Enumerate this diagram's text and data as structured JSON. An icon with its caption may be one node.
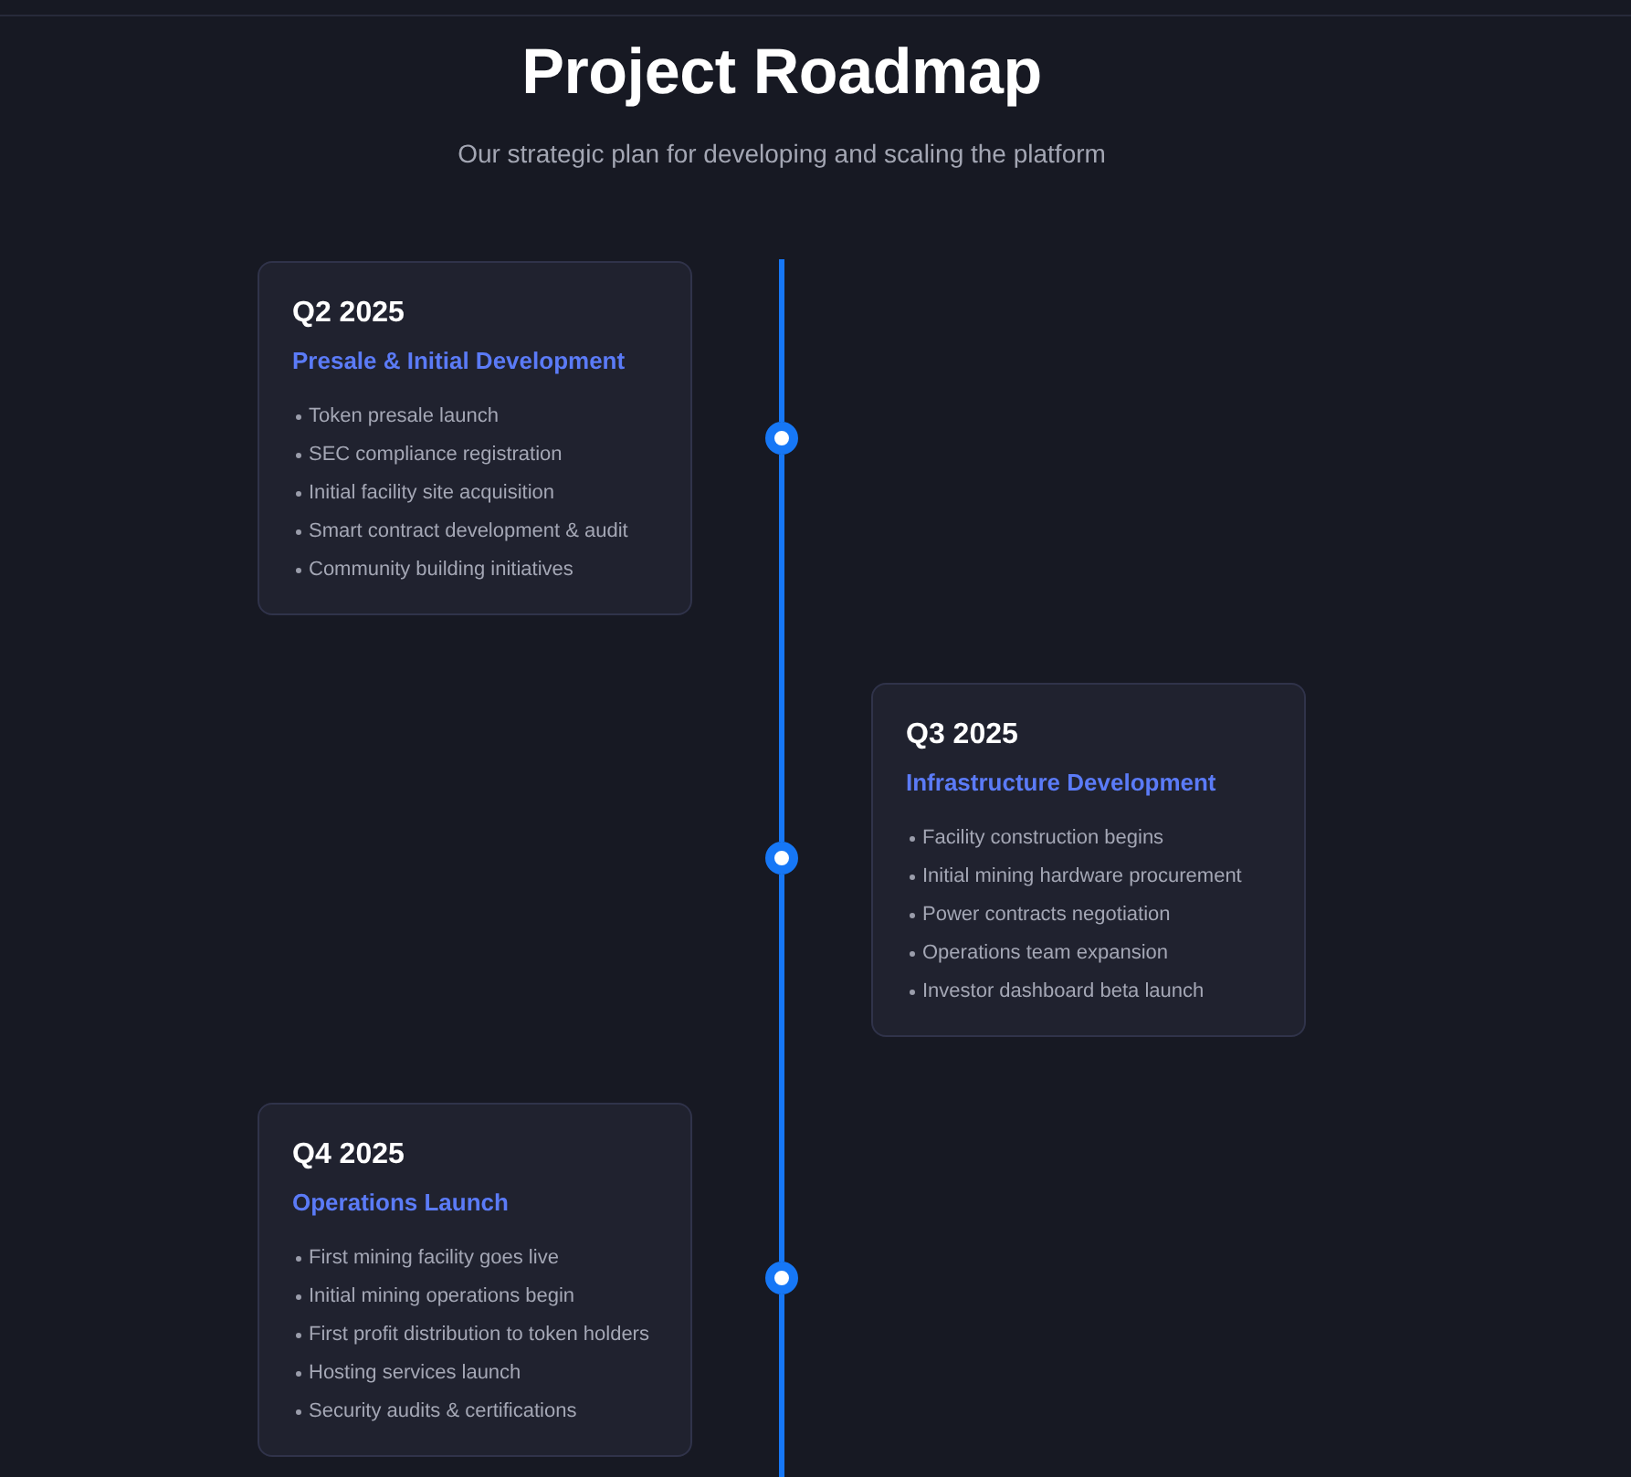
{
  "diagram": {
    "title": "Project Roadmap",
    "nodes": [
      {
        "text": [
          "Q2 2025",
          "Presale & Initial Development",
          "Token presale launch",
          "SEC compliance registration",
          "Initial facility site acquisition",
          "Smart contract development & audit",
          "Community building initiatives"
        ]
      },
      {
        "text": [],
        "shape": "circle"
      },
      {
        "text": [
          "Q3 2025",
          "Infrastructure Development",
          "Facility construction begins",
          "Initial mining hardware procurement",
          "Power contracts negotiation",
          "Operations team expansion",
          "Investor dashboard beta launch"
        ]
      },
      {
        "text": [],
        "shape": "circle"
      },
      {
        "text": [
          "Q4 2025",
          "Operations Launch",
          "First mining facility goes live",
          "Initial mining operations begin",
          "First profit distribution to token holders",
          "Hosting services launch",
          "Security audits & certifications"
        ]
      },
      {
        "text": [],
        "shape": "circle"
      }
    ],
    "edges": [
      {
        "from": null,
        "to": 1,
        "arrow": "none"
      },
      {
        "from": 1,
        "to": 3,
        "arrow": "none"
      },
      {
        "from": 3,
        "to": 5,
        "arrow": "none"
      },
      {
        "from": 5,
        "to": null,
        "arrow": "none"
      }
    ],
    "labels": [
      "Our strategic plan for developing and scaling the platform"
    ]
  }
}
